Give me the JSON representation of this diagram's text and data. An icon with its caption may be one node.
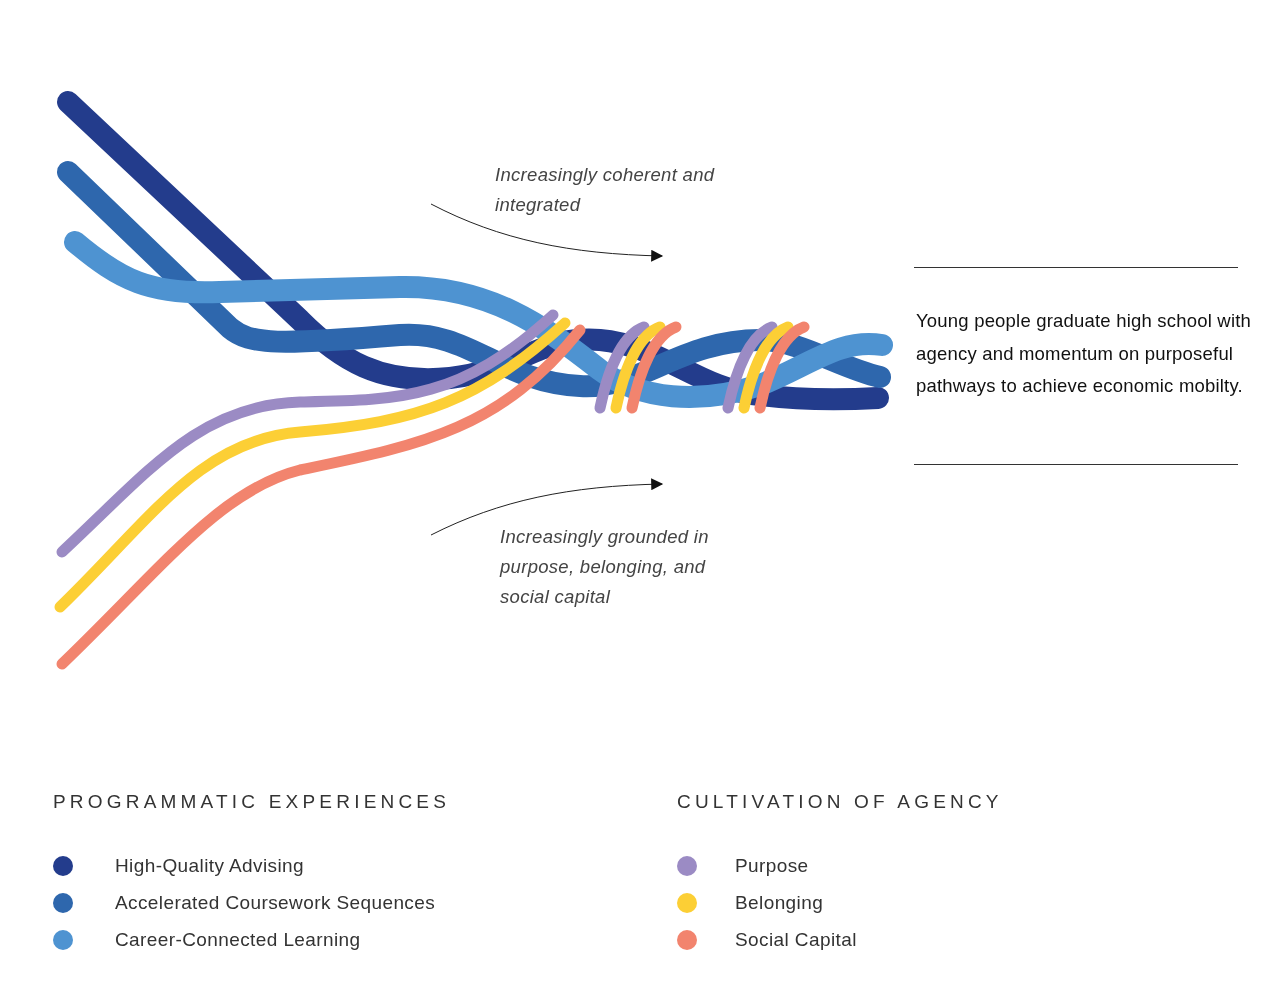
{
  "diagram": {
    "labels": [
      "Increasingly coherent and integrated",
      "Young people graduate high school with agency and momentum on purposeful pathways to achieve economic mobilty.",
      "Increasingly grounded in purpose, belonging, and social capital",
      "PROGRAMMATIC EXPERIENCES",
      "CULTIVATION OF AGENCY"
    ],
    "legend": [
      {
        "text": "High-Quality Advising",
        "color": "#233c8c"
      },
      {
        "text": "Accelerated Coursework Sequences",
        "color": "#2e67ad"
      },
      {
        "text": "Career-Connected Learning",
        "color": "#4e93d1"
      },
      {
        "text": "Purpose",
        "color": "#9b8bc4"
      },
      {
        "text": "Belonging",
        "color": "#fccf35"
      },
      {
        "text": "Social Capital",
        "color": "#f2846e"
      }
    ]
  }
}
